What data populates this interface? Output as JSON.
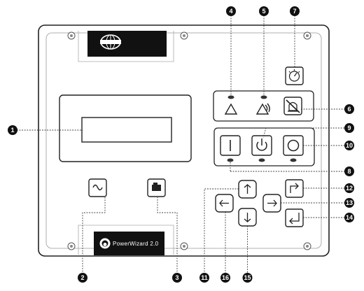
{
  "logo": {
    "brand_text": "PowerWizard 2.0"
  },
  "callouts": [
    {
      "number": "1"
    },
    {
      "number": "2"
    },
    {
      "number": "3"
    },
    {
      "number": "4"
    },
    {
      "number": "5"
    },
    {
      "number": "6"
    },
    {
      "number": "7"
    },
    {
      "number": "8"
    },
    {
      "number": "9"
    },
    {
      "number": "10"
    },
    {
      "number": "11"
    },
    {
      "number": "12"
    },
    {
      "number": "13"
    },
    {
      "number": "14"
    },
    {
      "number": "15"
    },
    {
      "number": "16"
    }
  ],
  "colors": {
    "outline": "#222222",
    "background": "#ffffff",
    "logo_plate": "#111111",
    "led": "#333333"
  }
}
